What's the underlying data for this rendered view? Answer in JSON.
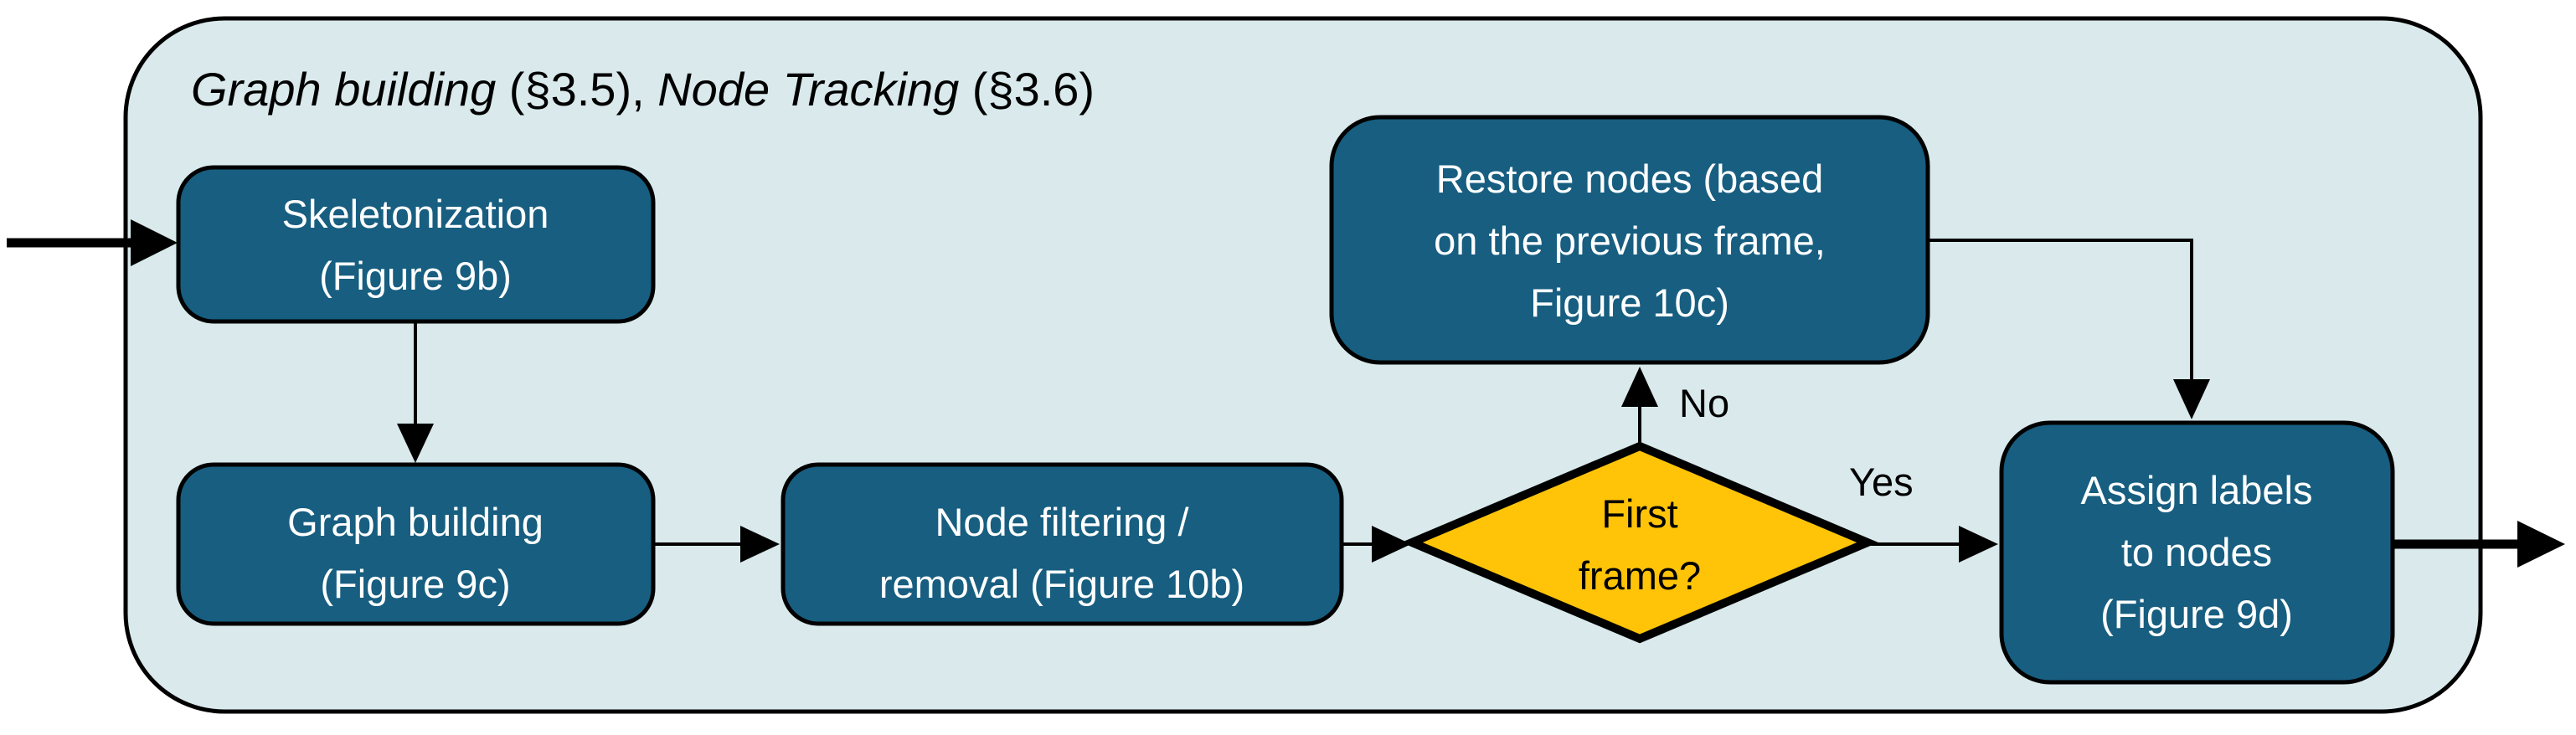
{
  "diagram": {
    "title": {
      "seg_italic_1": "Graph building",
      "seg_plain_1": " (§3.5), ",
      "seg_italic_2": "Node Tracking",
      "seg_plain_2": " (§3.6)"
    },
    "nodes": {
      "skeletonization": {
        "lines": [
          "Skeletonization",
          "(Figure 9b)"
        ]
      },
      "graph_building": {
        "lines": [
          "Graph building",
          "(Figure 9c)"
        ]
      },
      "node_filtering": {
        "lines": [
          "Node filtering /",
          "removal (Figure 10b)"
        ]
      },
      "restore_nodes": {
        "lines": [
          "Restore nodes (based",
          "on the previous frame,",
          "Figure 10c)"
        ]
      },
      "first_frame_decision": {
        "lines": [
          "First",
          "frame?"
        ]
      },
      "assign_labels": {
        "lines": [
          "Assign labels",
          "to nodes",
          "(Figure 9d)"
        ]
      }
    },
    "edge_labels": {
      "no": "No",
      "yes": "Yes"
    },
    "edges": [
      {
        "from": "input",
        "to": "skeletonization",
        "label": ""
      },
      {
        "from": "skeletonization",
        "to": "graph_building",
        "label": ""
      },
      {
        "from": "graph_building",
        "to": "node_filtering",
        "label": ""
      },
      {
        "from": "node_filtering",
        "to": "first_frame_decision",
        "label": ""
      },
      {
        "from": "first_frame_decision",
        "to": "restore_nodes",
        "label": "No"
      },
      {
        "from": "first_frame_decision",
        "to": "assign_labels",
        "label": "Yes"
      },
      {
        "from": "restore_nodes",
        "to": "assign_labels",
        "label": ""
      },
      {
        "from": "assign_labels",
        "to": "output",
        "label": ""
      }
    ],
    "colors": {
      "container_fill": "#d9e9ec",
      "node_fill": "#175e80",
      "node_text": "#ffffff",
      "decision_fill": "#ffc408",
      "outline": "#000000"
    }
  }
}
